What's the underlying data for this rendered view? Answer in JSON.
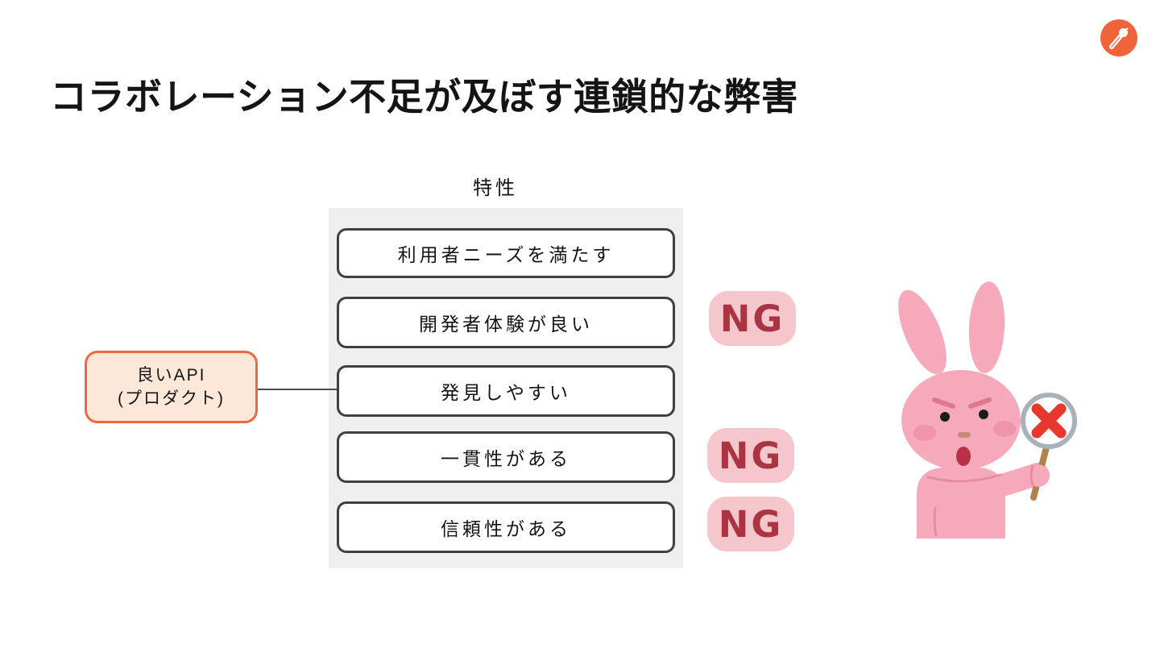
{
  "slide": {
    "title": "コラボレーション不足が及ぼす連鎖的な弊害"
  },
  "diagram": {
    "panel_label": "特性",
    "traits": [
      "利用者ニーズを満たす",
      "開発者体験が良い",
      "発見しやすい",
      "一貫性がある",
      "信頼性がある"
    ],
    "api_box": {
      "line1": "良いAPI",
      "line2": "(プロダクト)"
    },
    "ng_badges": [
      {
        "label": "NG"
      },
      {
        "label": "NG"
      },
      {
        "label": "NG"
      }
    ],
    "colors": {
      "panel_bg": "#efefef",
      "trait_box_border": "#404040",
      "api_box_bg": "#fce7d8",
      "api_box_border": "#ec6a3f",
      "ng_bg": "#f5c6cc",
      "ng_text": "#ab3443",
      "logo_orange": "#f0643c",
      "x_mark_red": "#e8382e",
      "rabbit_pink": "#f5a9ba"
    }
  }
}
